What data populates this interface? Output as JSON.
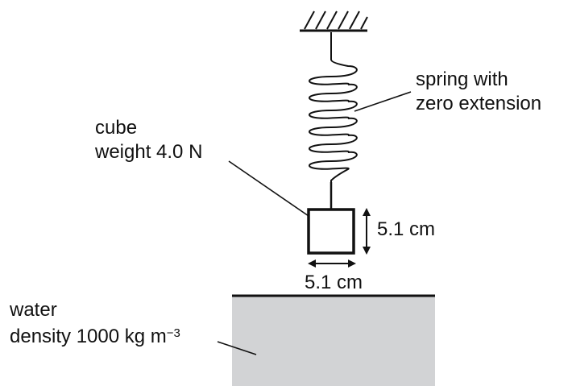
{
  "labels": {
    "spring_line1": "spring with",
    "spring_line2": "zero extension",
    "cube_line1": "cube",
    "cube_line2": "weight 4.0 N",
    "height_dim": "5.1 cm",
    "width_dim": "5.1 cm",
    "water_line1": "water",
    "water_line2_base": "density 1000 kg m",
    "water_line2_exp": "−3"
  },
  "colors": {
    "ink": "#111111",
    "water_fill": "#d2d3d5",
    "background": "#ffffff"
  }
}
